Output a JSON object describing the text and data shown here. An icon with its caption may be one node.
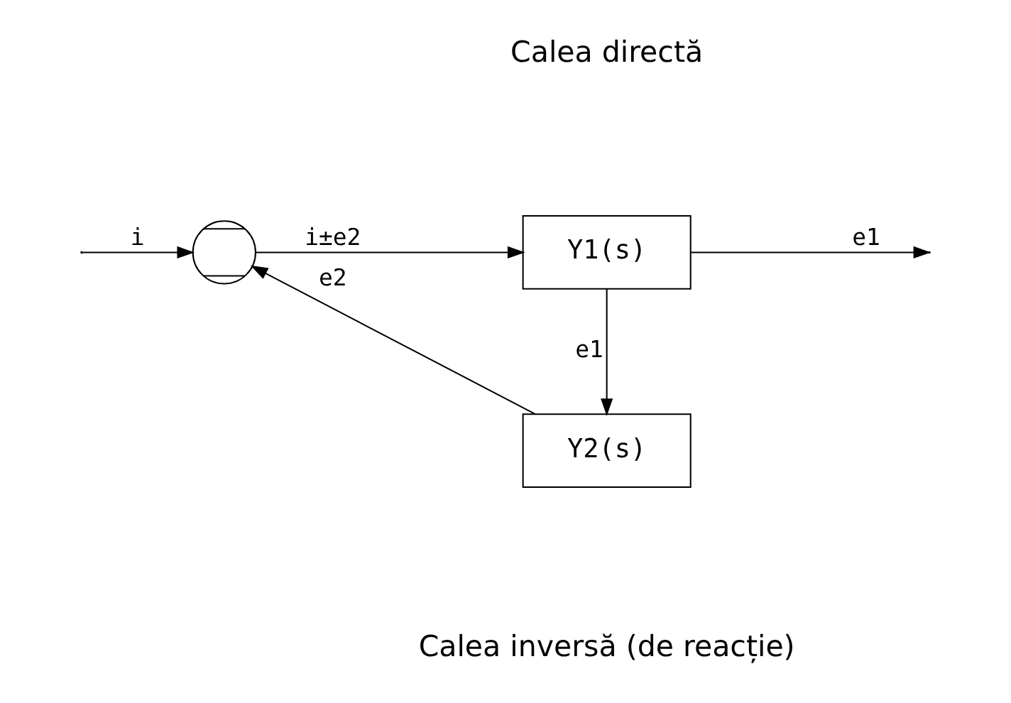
{
  "diagram": {
    "nodes": [
      {
        "text": [],
        "shape": "circle"
      },
      {
        "text": [
          "Y1(s)"
        ]
      },
      {
        "text": [
          "Y2(s)"
        ]
      }
    ],
    "edges": [
      {
        "from": null,
        "to": 0,
        "arrow": "to",
        "label": "i"
      },
      {
        "from": 0,
        "to": 1,
        "arrow": "to",
        "label": "i±e2"
      },
      {
        "from": 1,
        "to": null,
        "arrow": "to",
        "label": "e1"
      },
      {
        "from": 1,
        "to": 2,
        "arrow": "to",
        "label": "e1"
      },
      {
        "from": 2,
        "to": 0,
        "arrow": "to",
        "label": "e2"
      }
    ],
    "labels": [
      "Calea directă",
      "Calea inversă (de reacție)"
    ]
  }
}
